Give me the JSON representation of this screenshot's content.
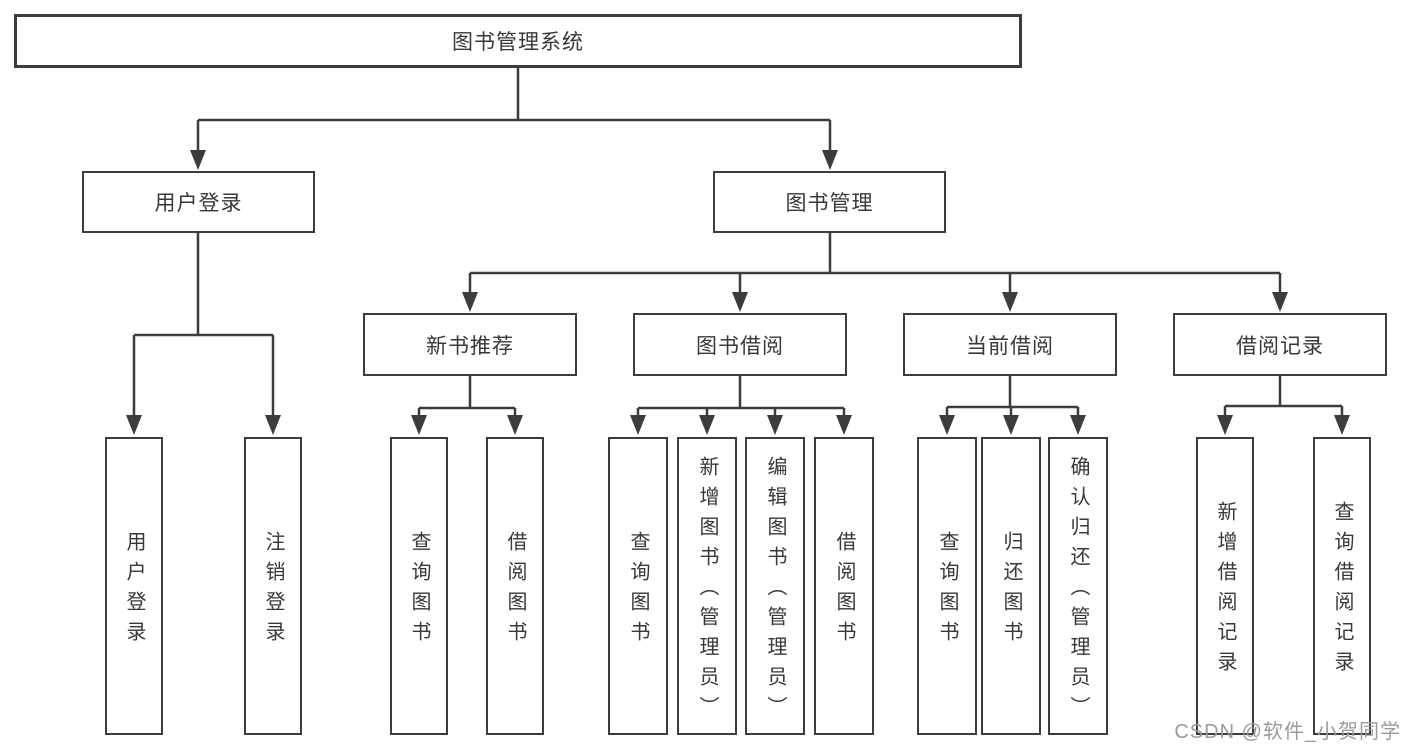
{
  "tree": {
    "root": "图书管理系统",
    "login": {
      "label": "用户登录",
      "children": [
        "用户登录",
        "注销登录"
      ]
    },
    "management": {
      "label": "图书管理",
      "sections": [
        {
          "label": "新书推荐",
          "children": [
            "查询图书",
            "借阅图书"
          ]
        },
        {
          "label": "图书借阅",
          "children": [
            "查询图书",
            "新增图书（管理员）",
            "编辑图书（管理员）",
            "借阅图书"
          ]
        },
        {
          "label": "当前借阅",
          "children": [
            "查询图书",
            "归还图书",
            "确认归还（管理员）"
          ]
        },
        {
          "label": "借阅记录",
          "children": [
            "新增借阅记录",
            "查询借阅记录"
          ]
        }
      ]
    }
  },
  "watermark": "CSDN @软件_小贺同学",
  "colors": {
    "line": "#3c3c3c",
    "text": "#383838",
    "watermark": "#9b9b9b",
    "background": "#ffffff"
  }
}
